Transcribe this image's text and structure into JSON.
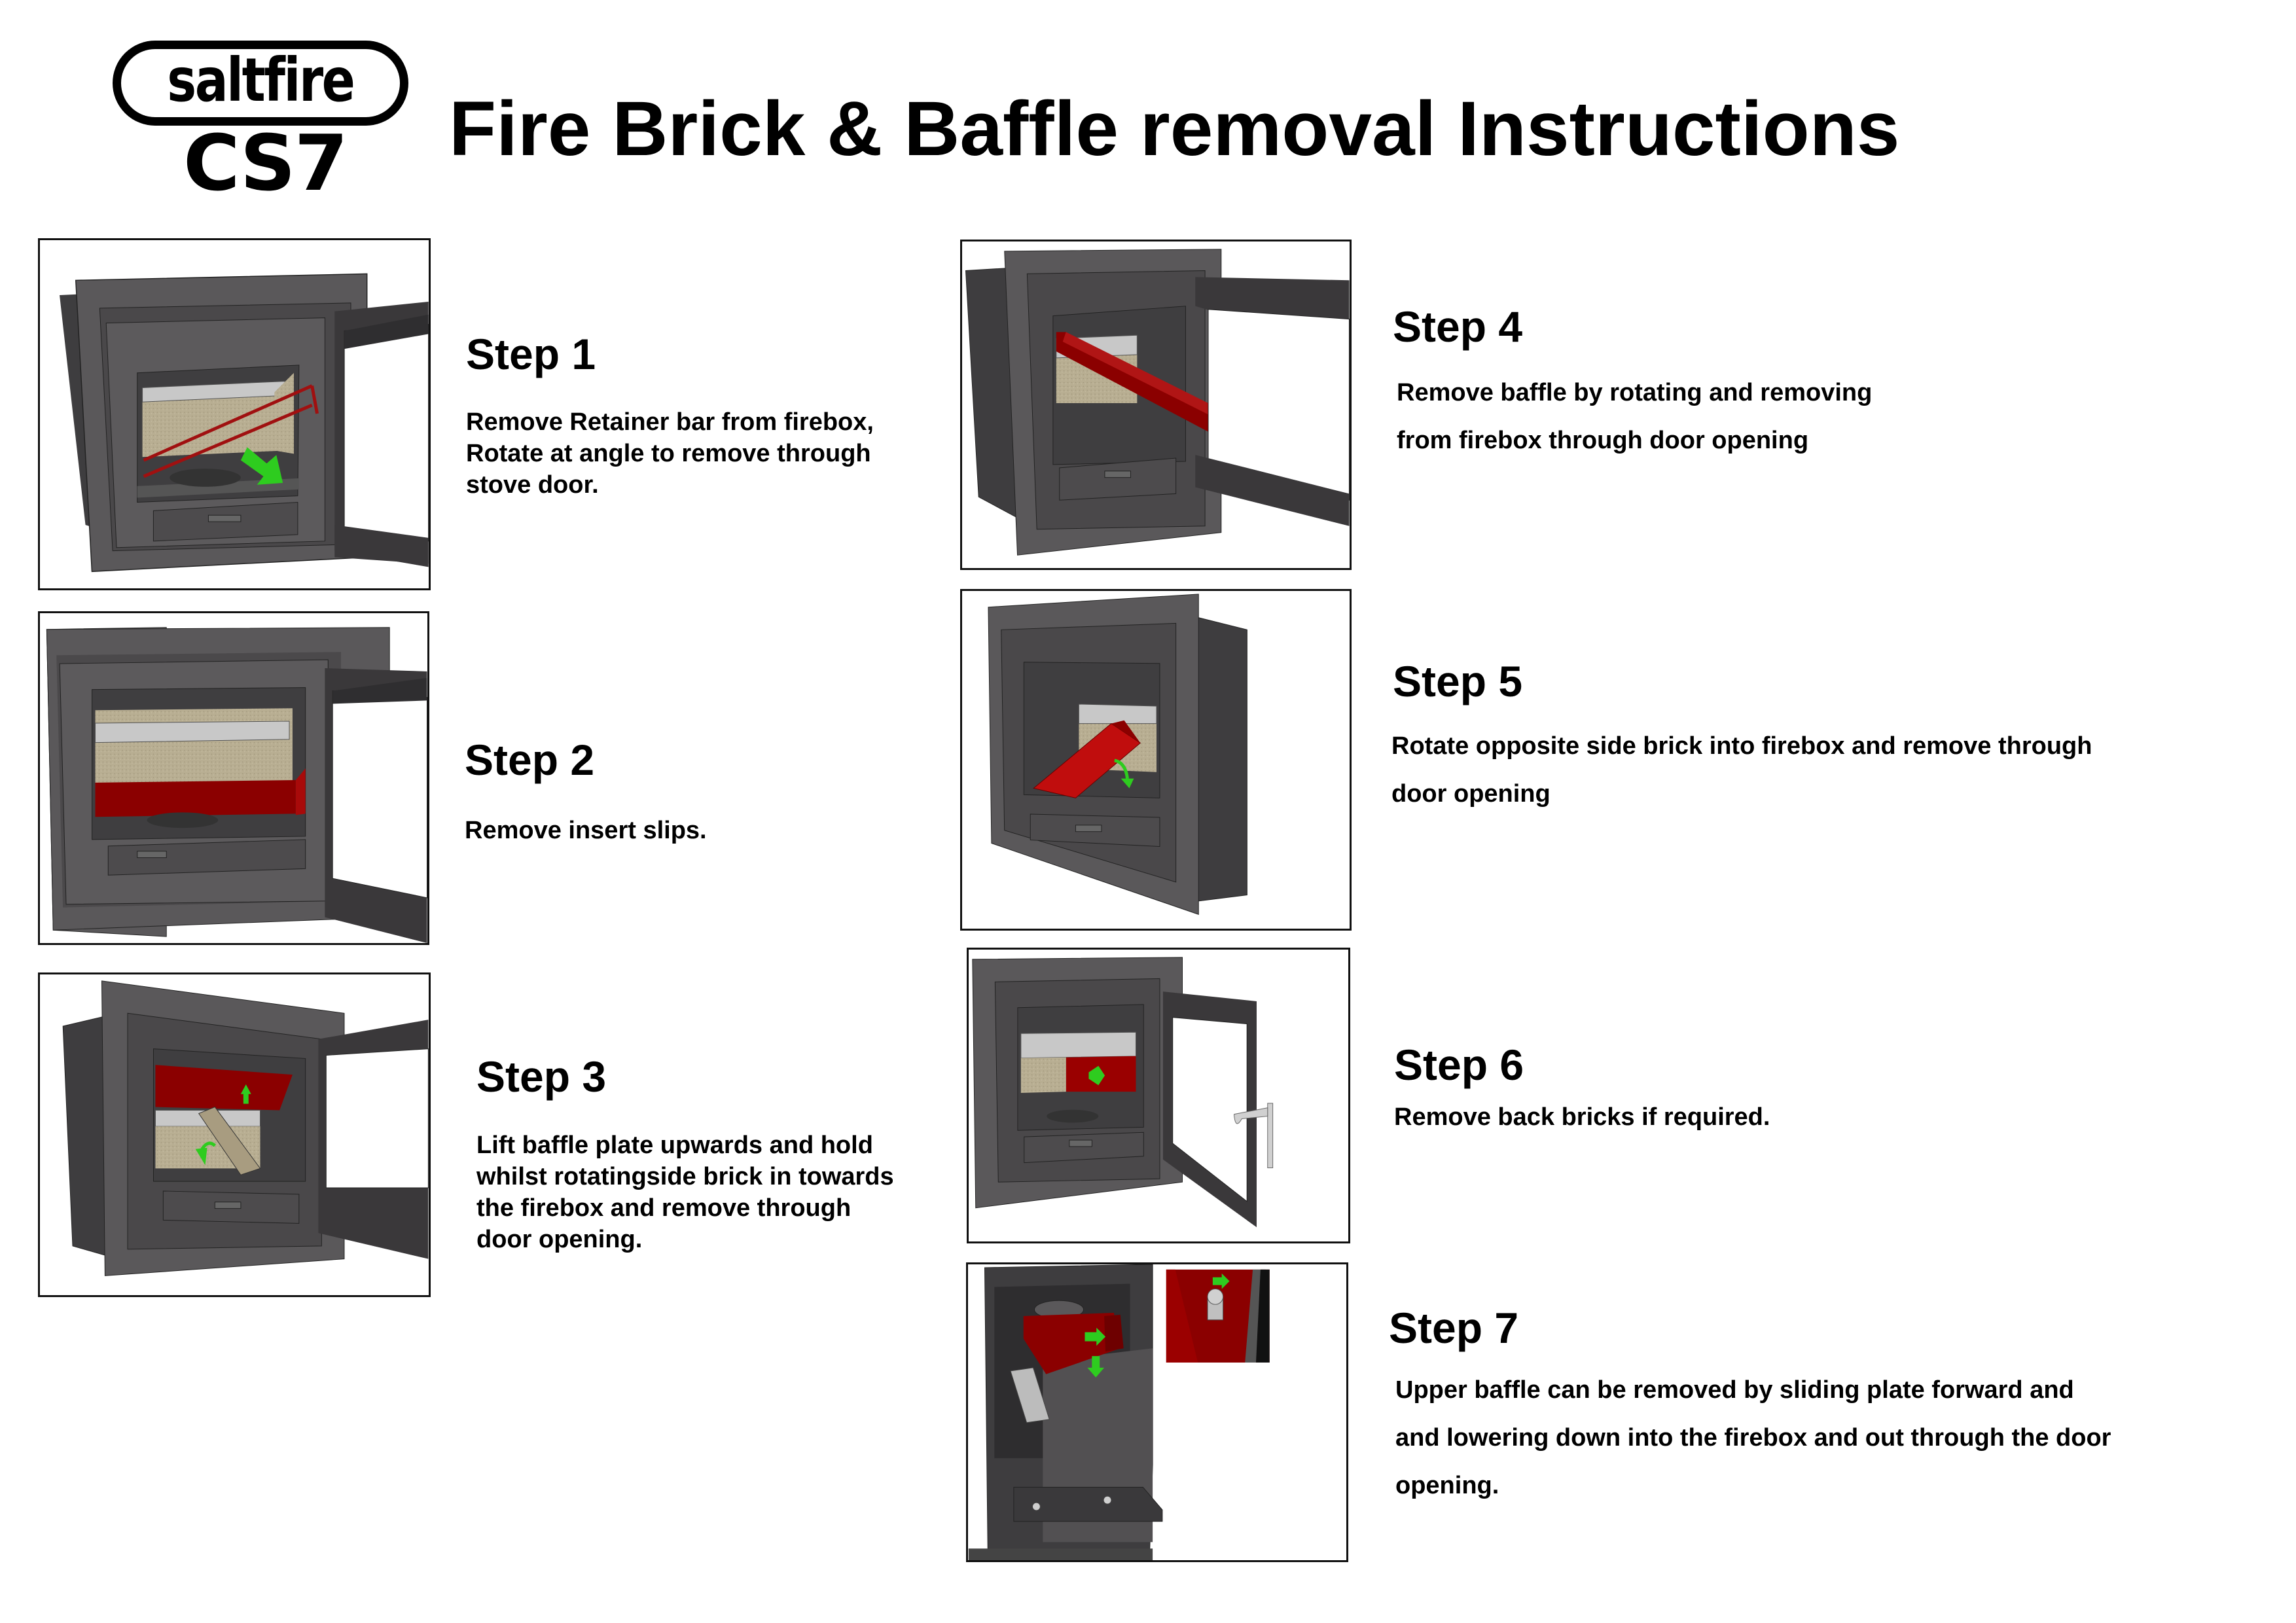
{
  "header": {
    "brand": "saltfire",
    "model": "CS7",
    "title": "Fire Brick & Baffle removal Instructions"
  },
  "colors": {
    "highlight_part": "#8b0000",
    "arrow": "#2ecc1f",
    "stove_body": "#555355",
    "fire_brick": "#b5ab8f"
  },
  "steps": [
    {
      "title": "Step 1",
      "text": "Remove Retainer bar from firebox,\nRotate at angle to remove through\nstove door.",
      "image": "stove-retainer-bar-illustration"
    },
    {
      "title": "Step 2",
      "text": "Remove insert slips.",
      "image": "stove-insert-slips-illustration"
    },
    {
      "title": "Step 3",
      "text": "Lift baffle plate upwards and hold\nwhilst rotatingside brick in towards\nthe firebox and remove through\ndoor opening.",
      "image": "stove-baffle-lift-illustration"
    },
    {
      "title": "Step 4",
      "text": "Remove baffle by rotating and removing\nfrom firebox through door opening",
      "image": "stove-baffle-removal-illustration"
    },
    {
      "title": "Step 5",
      "text": "Rotate opposite side brick into firebox and remove through\ndoor opening",
      "image": "stove-side-brick-illustration"
    },
    {
      "title": "Step 6",
      "text": "Remove back bricks if required.",
      "image": "stove-back-bricks-illustration"
    },
    {
      "title": "Step 7",
      "text": "Upper baffle can be removed by sliding plate forward and\nand lowering down into the firebox and out through the door\nopening.",
      "image": "stove-upper-baffle-illustration"
    }
  ]
}
